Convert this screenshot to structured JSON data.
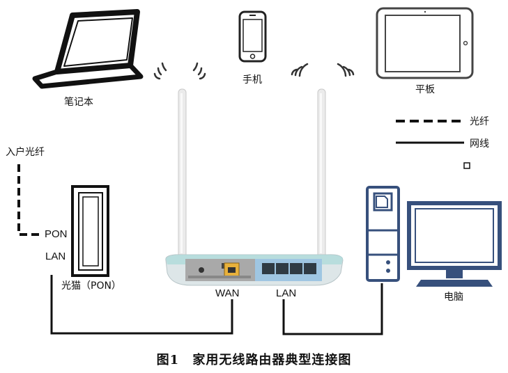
{
  "devices": {
    "laptop": "笔记本",
    "phone": "手机",
    "tablet": "平板",
    "modem": "光猫（PON）",
    "computer": "电脑"
  },
  "incoming_fiber": "入户光纤",
  "modem_ports": {
    "pon": "PON",
    "lan": "LAN"
  },
  "router_ports": {
    "wan": "WAN",
    "lan": "LAN"
  },
  "legend": {
    "fiber": "光纤",
    "cable": "网线"
  },
  "caption": {
    "number": "图1",
    "title": "家用无线路由器典型连接图"
  }
}
